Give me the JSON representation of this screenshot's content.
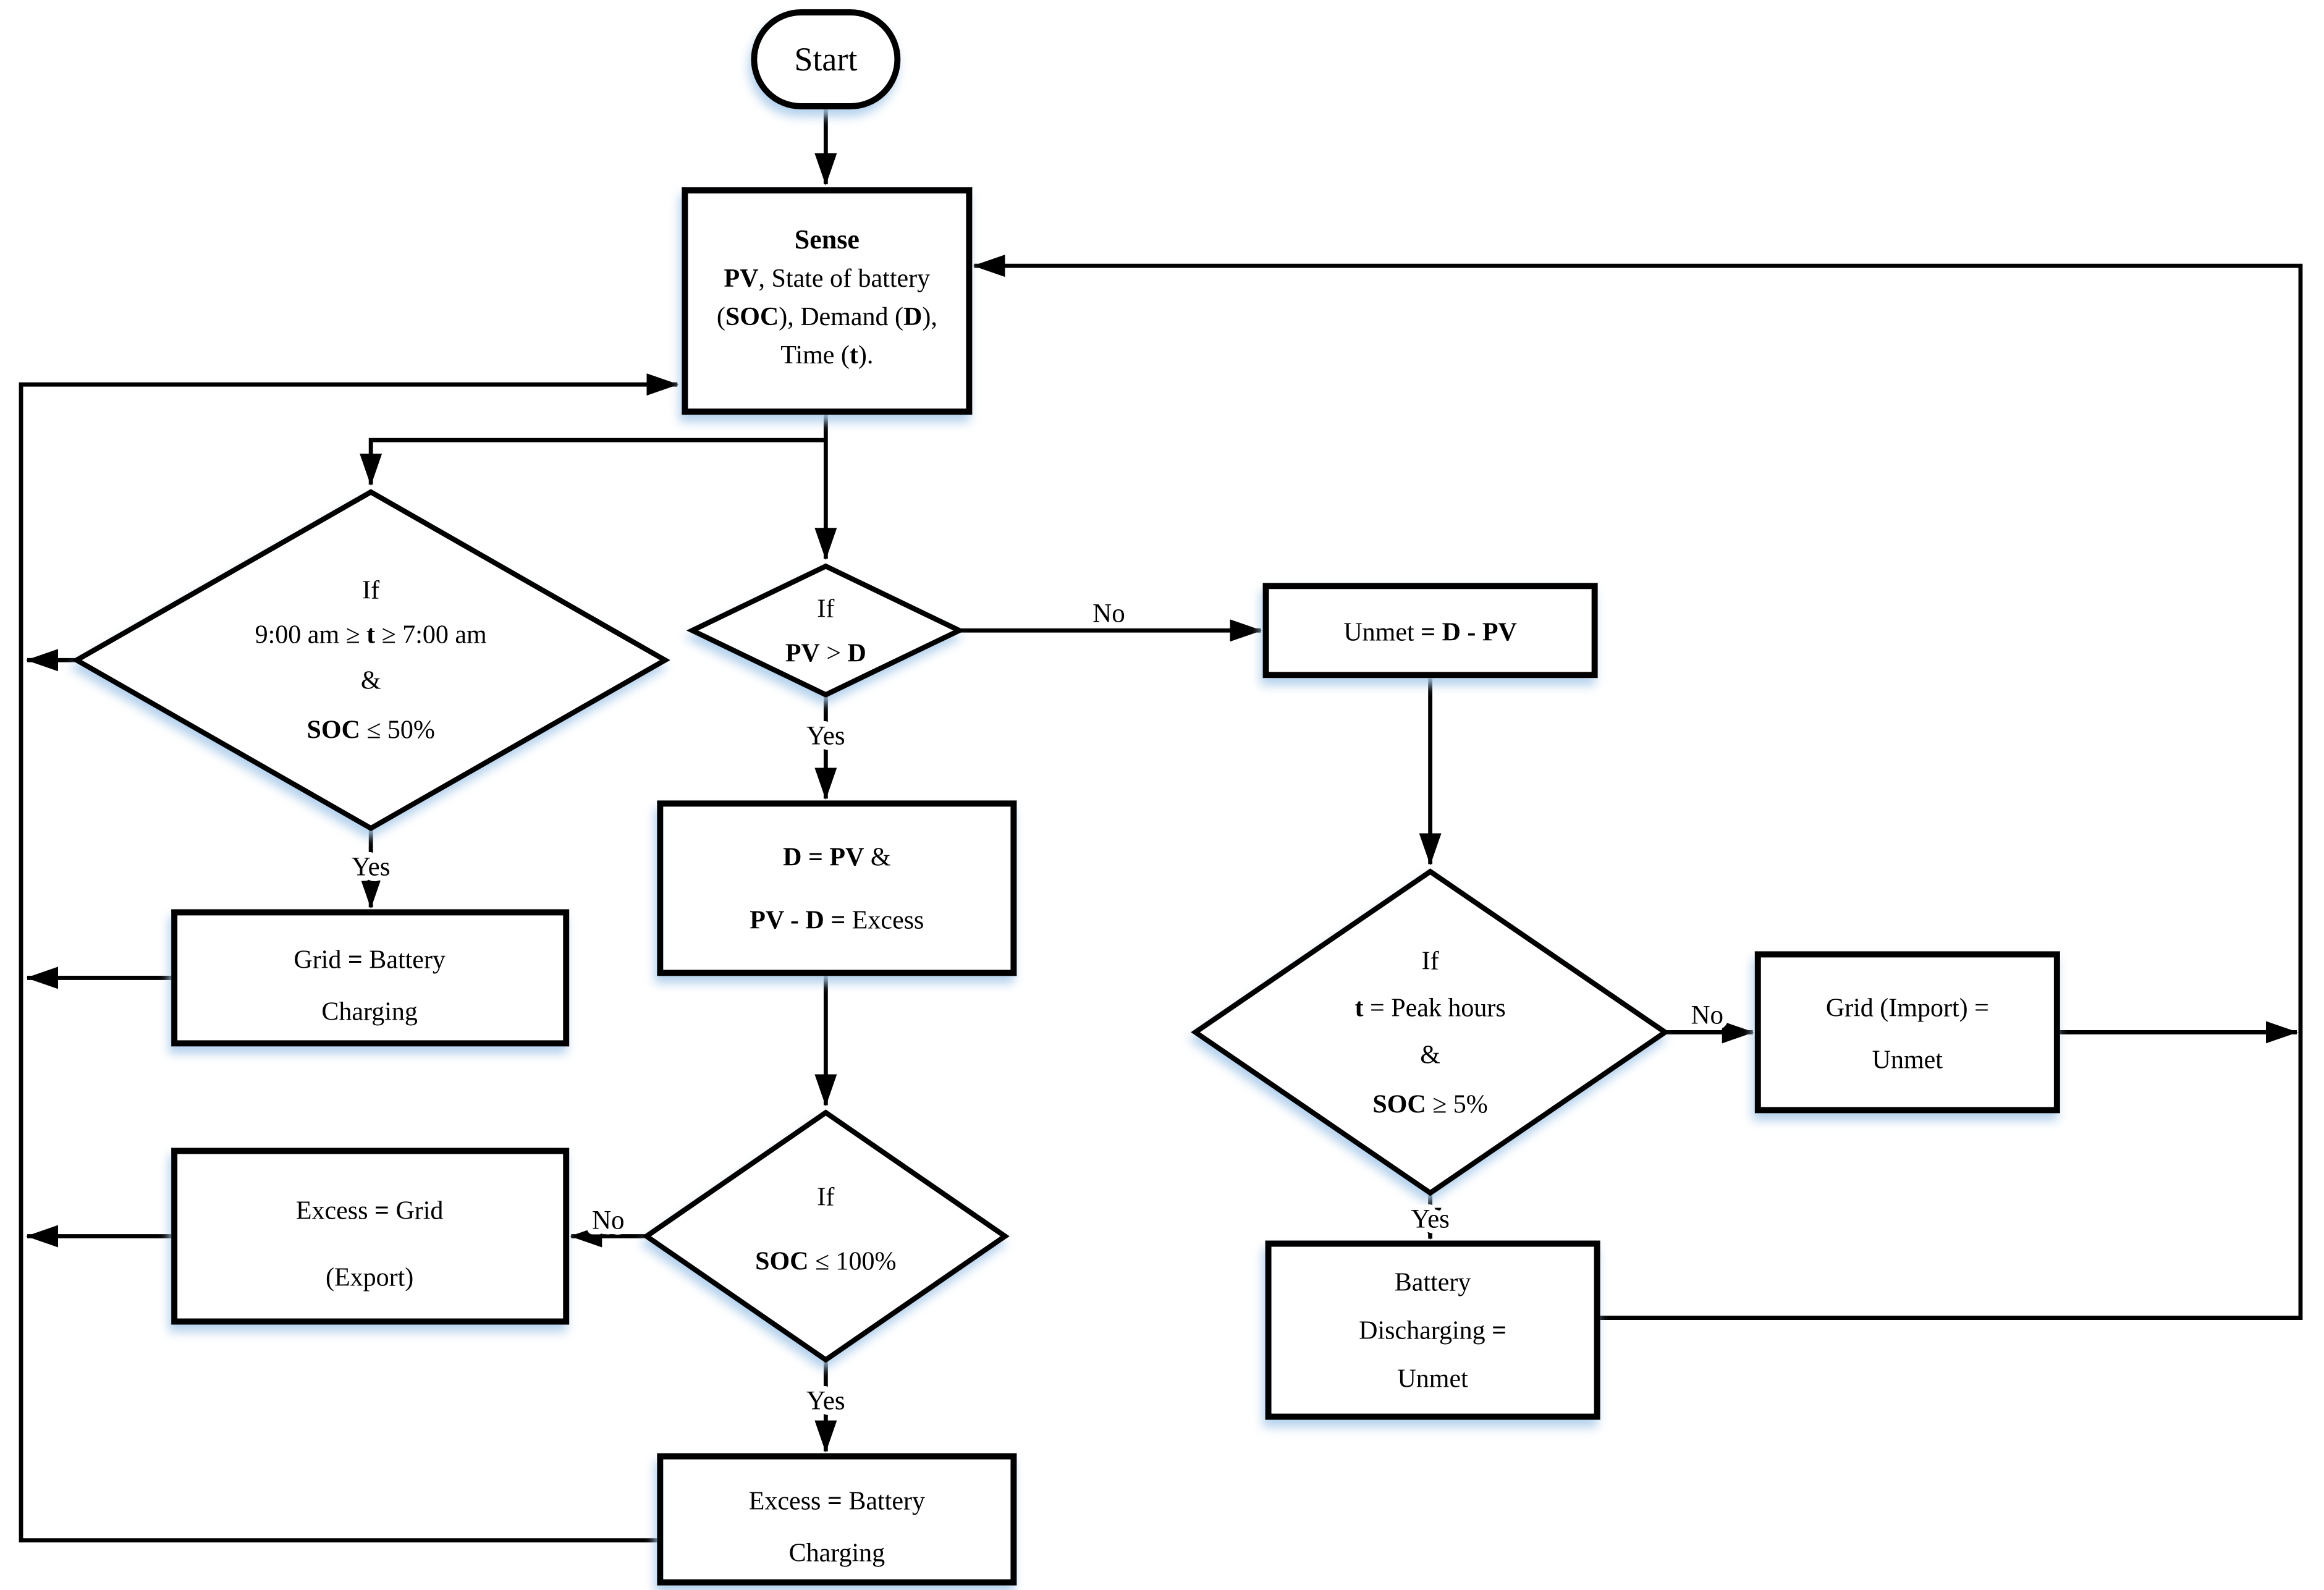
{
  "diagram": {
    "kind": "flowchart",
    "colors": {
      "stroke": "#000000",
      "background": "#ffffff",
      "shadow": "#aecdeb"
    },
    "nodes": {
      "start": {
        "label": "Start"
      },
      "sense": {
        "title": "Sense",
        "l2a": "PV",
        "l2b": ", State of battery",
        "l3a": "(",
        "l3b": "SOC",
        "l3c": "), Demand (",
        "l3d": "D",
        "l3e": "),",
        "l4a": "Time (",
        "l4b": "t",
        "l4c": ")."
      },
      "cond_morning": {
        "l1": "If",
        "l2a": "9:00 am ≥ ",
        "l2b": "t",
        "l2c": " ≥ 7:00 am",
        "l3": "&",
        "l4a": "SOC",
        "l4b": " ≤  50%"
      },
      "grid_charging": {
        "l1a": "Grid ",
        "l1b": "=",
        "l1c": " Battery",
        "l2": "Charging"
      },
      "cond_pv": {
        "l1": "If",
        "l2a": "PV",
        "l2b": " > ",
        "l2c": "D"
      },
      "balance": {
        "l1a": "D = PV",
        "l1b": " &",
        "l2a": "PV - D =",
        "l2b": " Excess"
      },
      "cond_soc100": {
        "l1": "If",
        "l2a": "SOC",
        "l2b": " ≤  100%"
      },
      "export_grid": {
        "l1a": "Excess ",
        "l1b": "=",
        "l1c": " Grid",
        "l2": "(Export)"
      },
      "excess_charging": {
        "l1a": "Excess ",
        "l1b": "=",
        "l1c": " Battery",
        "l2": "Charging"
      },
      "unmet": {
        "l1a": "Unmet ",
        "l1b": "= D - PV"
      },
      "cond_peak": {
        "l1": "If",
        "l2a": "t",
        "l2b": " = Peak hours",
        "l3": "&",
        "l4a": "SOC",
        "l4b": " ≥ 5%"
      },
      "grid_import": {
        "l1": "Grid (Import) =",
        "l2": "Unmet"
      },
      "battery_discharging": {
        "l1": "Battery",
        "l2a": "Discharging ",
        "l2b": "=",
        "l3": "Unmet"
      }
    },
    "edge_labels": {
      "morning_yes": "Yes",
      "pv_yes": "Yes",
      "pv_no": "No",
      "soc100_yes": "Yes",
      "soc100_no": "No",
      "peak_yes": "Yes",
      "peak_no": "No"
    }
  }
}
